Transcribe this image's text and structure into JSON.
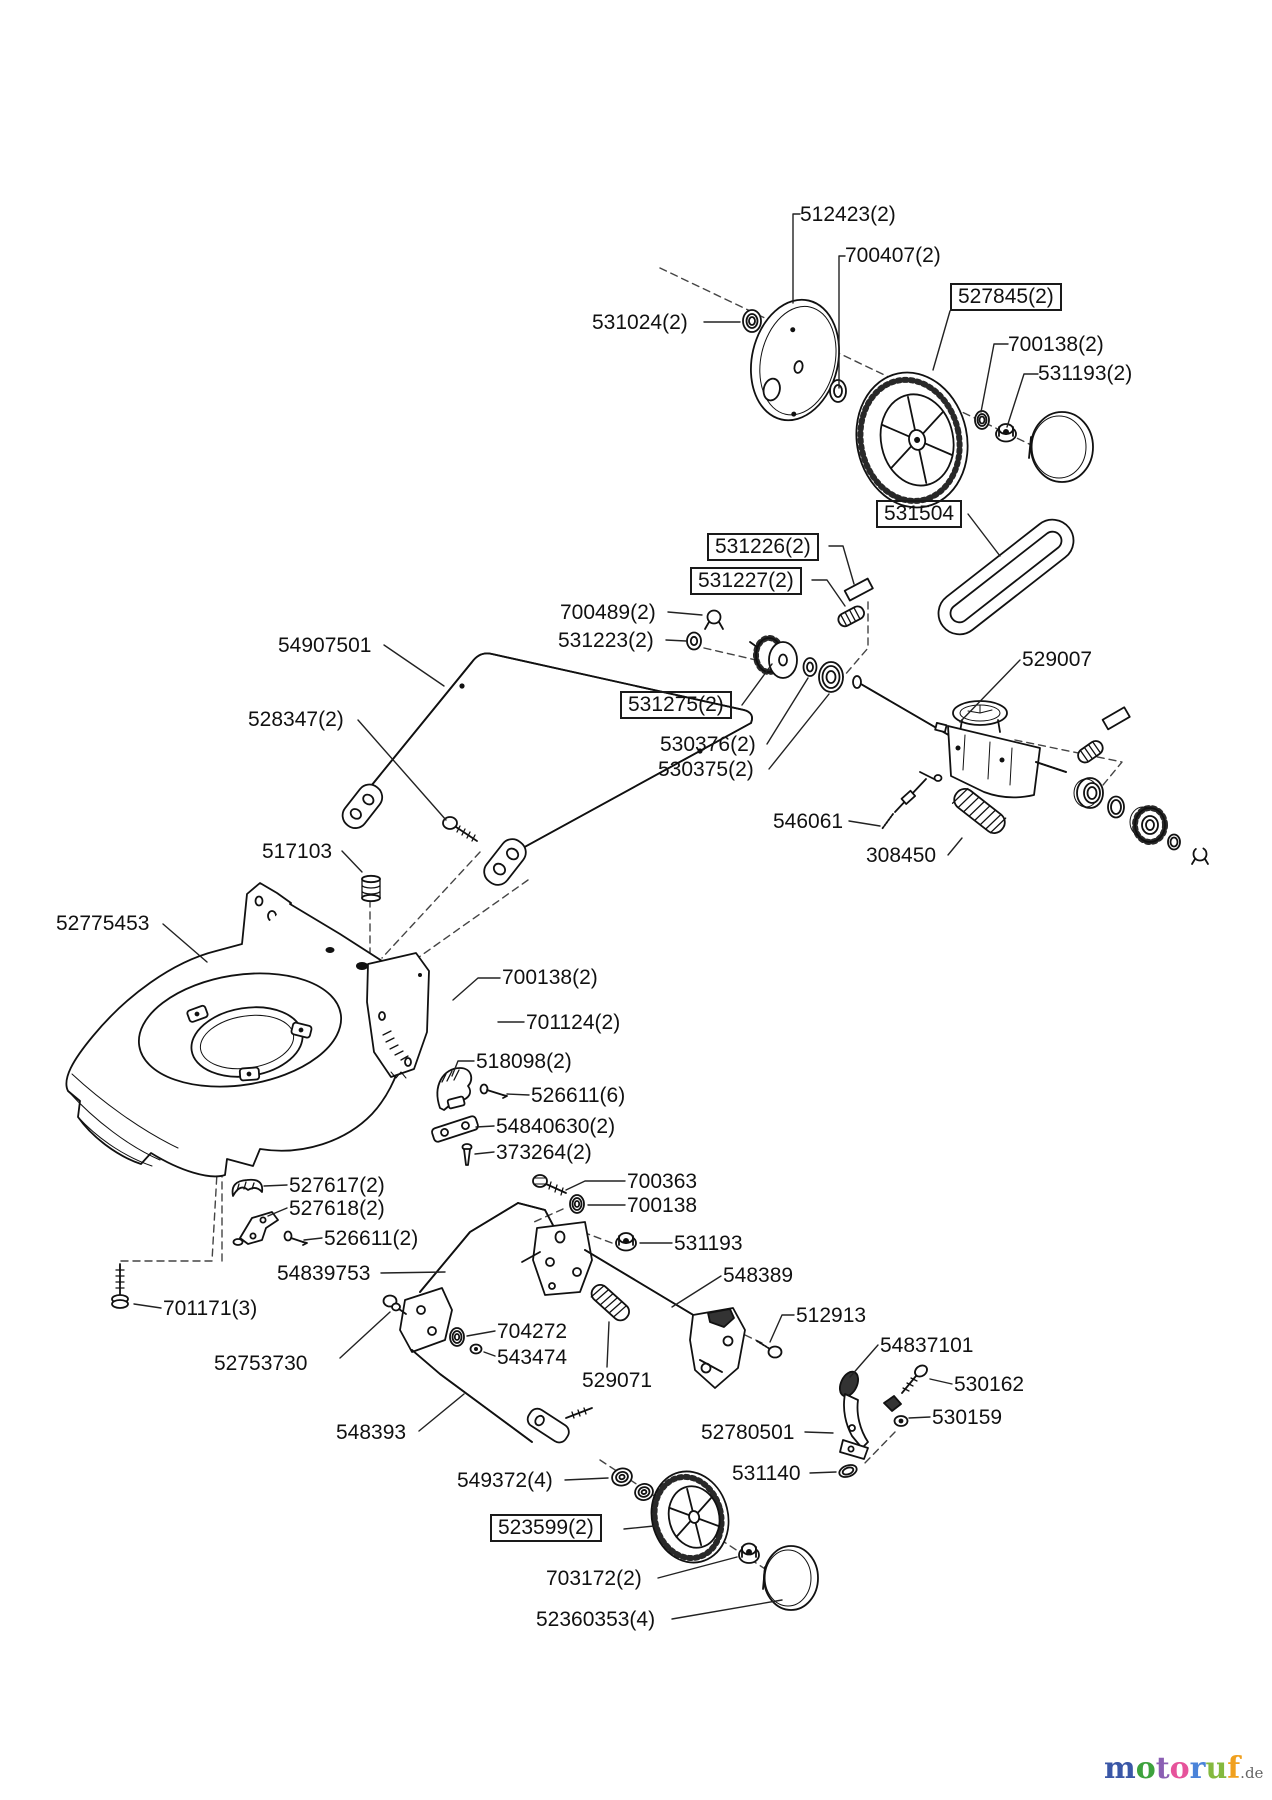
{
  "diagram": {
    "type": "exploded-parts-diagram",
    "subject": "lawn mower drive, wheels, deck and handle parts",
    "line_color": "#111111",
    "background": "#ffffff",
    "labels": [
      {
        "text": "512423(2)",
        "boxed": false
      },
      {
        "text": "700407(2)",
        "boxed": false
      },
      {
        "text": "531024(2)",
        "boxed": false
      },
      {
        "text": "527845(2)",
        "boxed": true
      },
      {
        "text": "700138(2)",
        "boxed": false
      },
      {
        "text": "531193(2)",
        "boxed": false
      },
      {
        "text": "531504",
        "boxed": true
      },
      {
        "text": "531226(2)",
        "boxed": true
      },
      {
        "text": "531227(2)",
        "boxed": true
      },
      {
        "text": "700489(2)",
        "boxed": false
      },
      {
        "text": "531223(2)",
        "boxed": false
      },
      {
        "text": "54907501",
        "boxed": false
      },
      {
        "text": "528347(2)",
        "boxed": false
      },
      {
        "text": "531275(2)",
        "boxed": true
      },
      {
        "text": "530376(2)",
        "boxed": false
      },
      {
        "text": "530375(2)",
        "boxed": false
      },
      {
        "text": "529007",
        "boxed": false
      },
      {
        "text": "546061",
        "boxed": false
      },
      {
        "text": "308450",
        "boxed": false
      },
      {
        "text": "517103",
        "boxed": false
      },
      {
        "text": "52775453",
        "boxed": false
      },
      {
        "text": "700138(2)",
        "boxed": false
      },
      {
        "text": "701124(2)",
        "boxed": false
      },
      {
        "text": "518098(2)",
        "boxed": false
      },
      {
        "text": "526611(6)",
        "boxed": false
      },
      {
        "text": "54840630(2)",
        "boxed": false
      },
      {
        "text": "373264(2)",
        "boxed": false
      },
      {
        "text": "527617(2)",
        "boxed": false
      },
      {
        "text": "527618(2)",
        "boxed": false
      },
      {
        "text": "526611(2)",
        "boxed": false
      },
      {
        "text": "701171(3)",
        "boxed": false
      },
      {
        "text": "700363",
        "boxed": false
      },
      {
        "text": "700138",
        "boxed": false
      },
      {
        "text": "531193",
        "boxed": false
      },
      {
        "text": "54839753",
        "boxed": false
      },
      {
        "text": "548389",
        "boxed": false
      },
      {
        "text": "512913",
        "boxed": false
      },
      {
        "text": "54837101",
        "boxed": false
      },
      {
        "text": "52753730",
        "boxed": false
      },
      {
        "text": "704272",
        "boxed": false
      },
      {
        "text": "543474",
        "boxed": false
      },
      {
        "text": "529071",
        "boxed": false
      },
      {
        "text": "530162",
        "boxed": false
      },
      {
        "text": "52780501",
        "boxed": false
      },
      {
        "text": "530159",
        "boxed": false
      },
      {
        "text": "548393",
        "boxed": false
      },
      {
        "text": "531140",
        "boxed": false
      },
      {
        "text": "549372(4)",
        "boxed": false
      },
      {
        "text": "523599(2)",
        "boxed": true
      },
      {
        "text": "703172(2)",
        "boxed": false
      },
      {
        "text": "52360353(4)",
        "boxed": false
      }
    ]
  },
  "watermark": {
    "word": "motoruf",
    "suffix": ".de",
    "letters": [
      {
        "ch": "m",
        "color": "#3a57a7"
      },
      {
        "ch": "o",
        "color": "#3da23d"
      },
      {
        "ch": "t",
        "color": "#8b5fb3"
      },
      {
        "ch": "o",
        "color": "#e6539b"
      },
      {
        "ch": "r",
        "color": "#4a83d9"
      },
      {
        "ch": "u",
        "color": "#84b93f"
      },
      {
        "ch": "f",
        "color": "#f0a01e"
      }
    ]
  }
}
